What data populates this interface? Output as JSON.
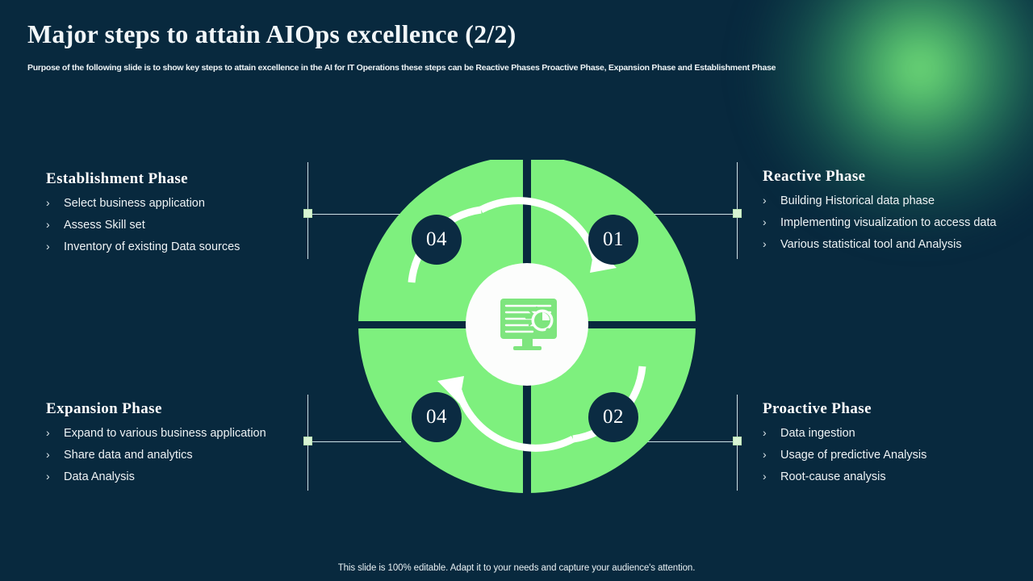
{
  "slide": {
    "title": "Major steps to attain AIOps excellence (2/2)",
    "subtitle": "Purpose of the following slide is to show key steps to attain excellence in the AI for IT Operations these steps can be Reactive Phases Proactive Phase, Expansion Phase and Establishment Phase",
    "footer": "This slide is 100% editable. Adapt it to your needs and capture your audience's attention.",
    "bullet_glyph": "›"
  },
  "colors": {
    "background": "#08293e",
    "accent_green": "#7ef07e",
    "badge_navy": "#0b2b42",
    "line": "#cfe0e6",
    "marker": "#d9f4d4",
    "text": "#eef3f5"
  },
  "blocks": {
    "establishment": {
      "heading": "Establishment  Phase",
      "bullets": [
        "Select business application",
        "Assess Skill set",
        "Inventory  of existing Data sources"
      ]
    },
    "reactive": {
      "heading": "Reactive Phase",
      "bullets": [
        "Building Historical data phase",
        "Implementing  visualization  to access data",
        "Various statistical tool and Analysis"
      ]
    },
    "expansion": {
      "heading": "Expansion  Phase",
      "bullets": [
        "Expand to various business application",
        "Share data and analytics",
        "Data Analysis"
      ]
    },
    "proactive": {
      "heading": "Proactive Phase",
      "bullets": [
        "Data ingestion",
        "Usage of predictive Analysis",
        "Root-cause analysis"
      ]
    }
  },
  "diagram": {
    "center_icon": "monitor-analytics-icon",
    "badges": [
      {
        "id": "top-left",
        "number": "04"
      },
      {
        "id": "top-right",
        "number": "01"
      },
      {
        "id": "bottom-left",
        "number": "04"
      },
      {
        "id": "bottom-right",
        "number": "02"
      }
    ]
  }
}
